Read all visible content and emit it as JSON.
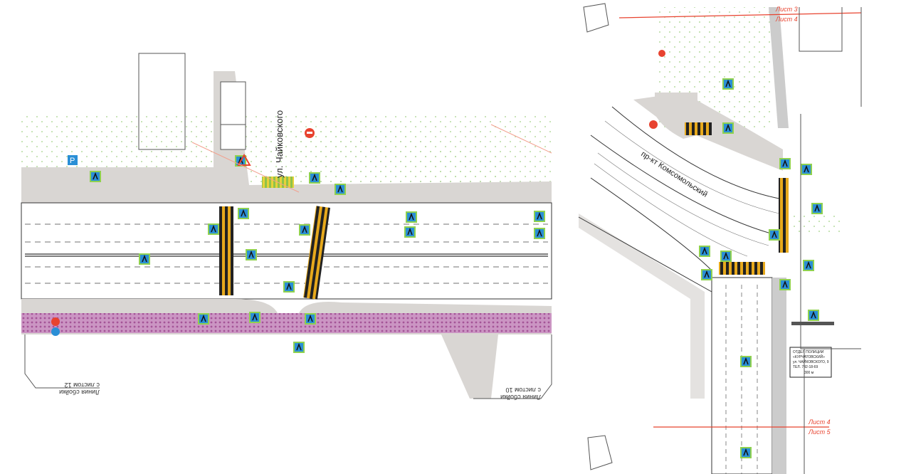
{
  "sheet_left": {
    "street_name": "ул. Чайковского",
    "join_line_left": [
      "Линия сбойки",
      "с листом 12"
    ],
    "join_line_right": [
      "Линия сбойки",
      "с листом 10"
    ],
    "parking_sign": "P"
  },
  "sheet_right": {
    "avenue_name": "пр-кт Комсомольский",
    "sheet_boundary_top": [
      "Лист 3",
      "Лист 4"
    ],
    "sheet_boundary_bottom": [
      "Лист 4",
      "Лист 5"
    ],
    "police_sign": [
      "ОТДЕЛ ПОЛИЦИИ",
      "«КУРЧАТОВСКИЙ»",
      "ул. ЧАЙКОВСКОГО, 9",
      "ТЕЛ. 742-18-69",
      "300 м"
    ]
  },
  "colors": {
    "road": "#ffffff",
    "sidewalk": "#d9d6d3",
    "paving": "#b04b9c",
    "grass_dots": "#c8e6b0",
    "crosswalk": "#e7a91c",
    "sign_blue": "#2a8fd6",
    "sign_green_frame": "#8fd14f",
    "boundary_red": "#e8432f"
  }
}
